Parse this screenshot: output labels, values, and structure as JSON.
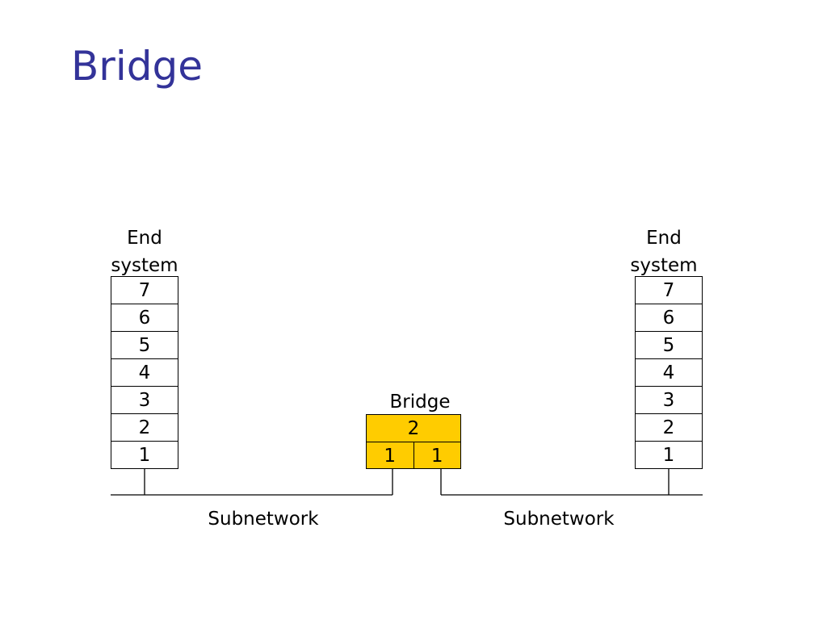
{
  "title": "Bridge",
  "left_end_system": {
    "label_line1": "End",
    "label_line2": "system",
    "layers": [
      "7",
      "6",
      "5",
      "4",
      "3",
      "2",
      "1"
    ]
  },
  "right_end_system": {
    "label_line1": "End",
    "label_line2": "system",
    "layers": [
      "7",
      "6",
      "5",
      "4",
      "3",
      "2",
      "1"
    ]
  },
  "bridge": {
    "label": "Bridge",
    "top_layer": "2",
    "bottom_left": "1",
    "bottom_right": "1",
    "fill_color": "#ffcc00"
  },
  "subnetworks": {
    "left": "Subnetwork",
    "right": "Subnetwork"
  },
  "colors": {
    "title": "#333399"
  }
}
